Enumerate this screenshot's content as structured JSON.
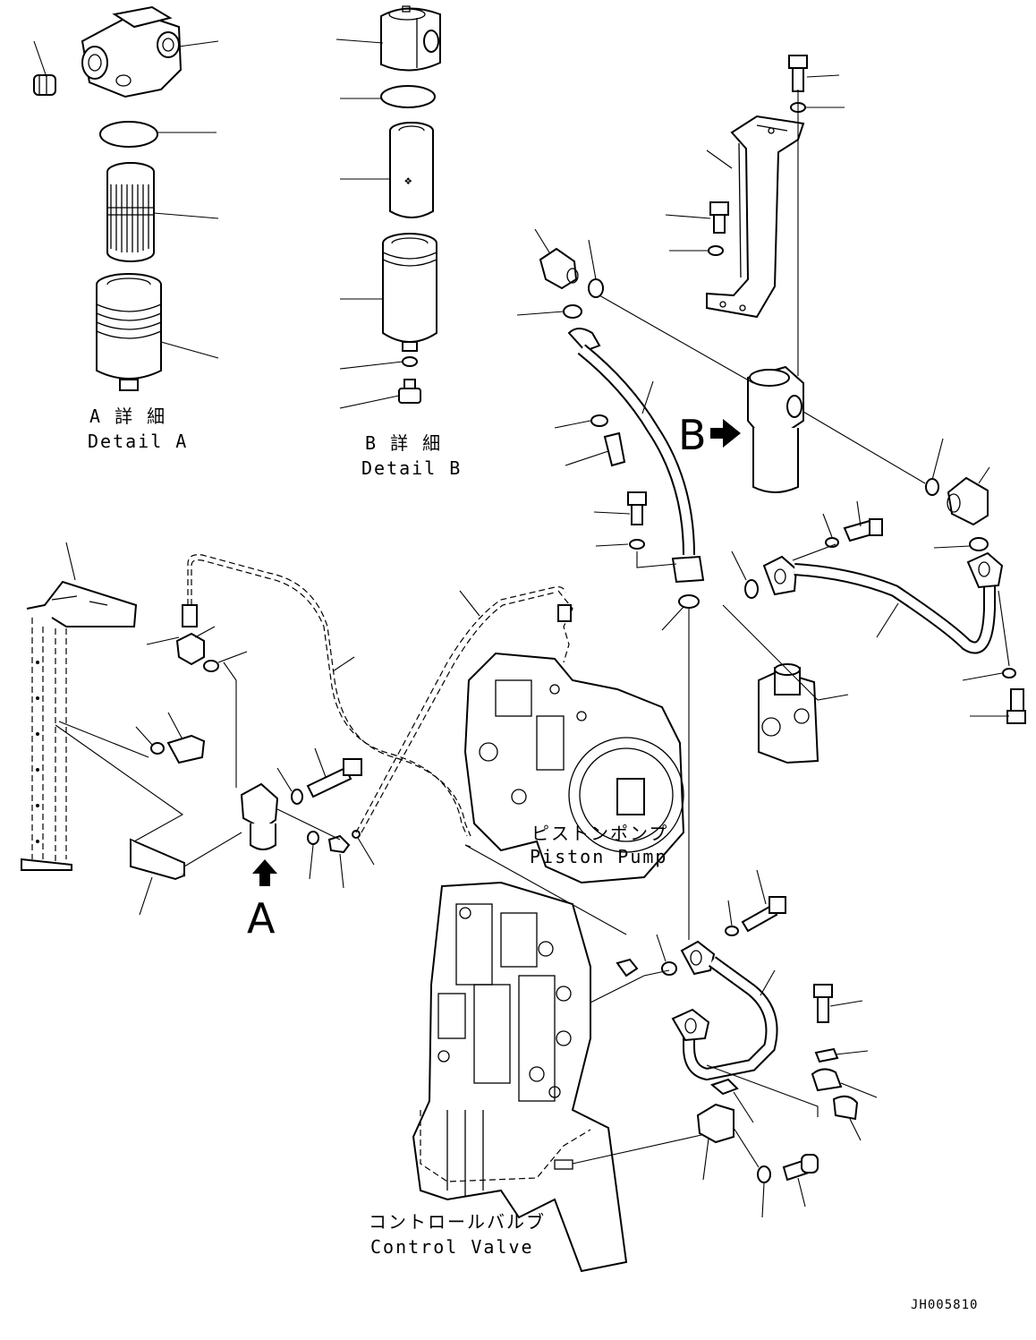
{
  "detail_a": {
    "ja": "A 詳 細",
    "en": "Detail A"
  },
  "detail_b": {
    "ja": "B 詳 細",
    "en": "Detail B"
  },
  "piston_pump": {
    "ja": "ピストンポンプ",
    "en": "Piston Pump"
  },
  "control_valve": {
    "ja": "コントロールバルブ",
    "en": "Control Valve"
  },
  "marker_a": "A",
  "marker_b": "B",
  "drawing_code": "JH005810"
}
